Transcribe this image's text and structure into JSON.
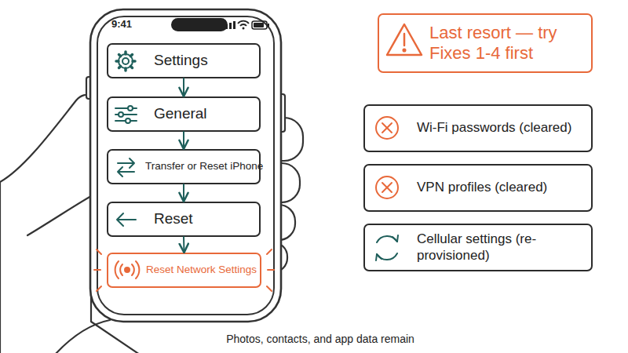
{
  "diagram": {
    "caption": "Photos, contacts, and app data remain",
    "nodes": [
      {
        "text": [
          "Settings"
        ]
      },
      {
        "text": [
          "General"
        ]
      },
      {
        "text": [
          "Transfer or Reset iPhone"
        ]
      },
      {
        "text": [
          "Reset"
        ]
      },
      {
        "text": [
          "Reset Network Settings"
        ]
      },
      {
        "text": [
          "Last resort — try Fixes 1-4 first"
        ]
      },
      {
        "text": [
          "Wi-Fi passwords (cleared)"
        ]
      },
      {
        "text": [
          "VPN profiles (cleared)"
        ]
      },
      {
        "text": [
          "Cellular settings (re-provisioned)"
        ]
      }
    ],
    "edges": [
      {
        "from": 0,
        "to": 1,
        "arrow": "to"
      },
      {
        "from": 1,
        "to": 2,
        "arrow": "to"
      },
      {
        "from": 2,
        "to": 3,
        "arrow": "to"
      },
      {
        "from": 3,
        "to": 4,
        "arrow": "to"
      }
    ],
    "labels": [
      "9:41"
    ]
  }
}
